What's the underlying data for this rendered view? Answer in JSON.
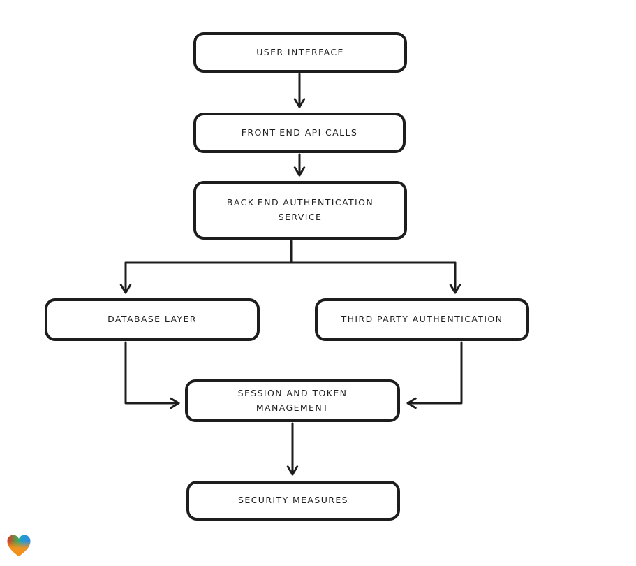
{
  "diagram": {
    "background_color": "#ffffff",
    "stroke_color": "#1d1d1d",
    "text_color": "#1f1f1f",
    "nodes": [
      {
        "id": "user-interface",
        "label": "USER INTERFACE"
      },
      {
        "id": "front-end-api-calls",
        "label": "FRONT-END API CALLS"
      },
      {
        "id": "back-end-authentication-service",
        "label": "BACK-END AUTHENTICATION SERVICE"
      },
      {
        "id": "database-layer",
        "label": "DATABASE LAYER"
      },
      {
        "id": "third-party-authentication",
        "label": "THIRD PARTY AUTHENTICATION"
      },
      {
        "id": "session-and-token-management",
        "label": "SESSION AND TOKEN MANAGEMENT"
      },
      {
        "id": "security-measures",
        "label": "SECURITY MEASURES"
      }
    ],
    "edges": [
      {
        "from": "user-interface",
        "to": "front-end-api-calls"
      },
      {
        "from": "front-end-api-calls",
        "to": "back-end-authentication-service"
      },
      {
        "from": "back-end-authentication-service",
        "to": "database-layer"
      },
      {
        "from": "back-end-authentication-service",
        "to": "third-party-authentication"
      },
      {
        "from": "database-layer",
        "to": "session-and-token-management"
      },
      {
        "from": "third-party-authentication",
        "to": "session-and-token-management"
      },
      {
        "from": "session-and-token-management",
        "to": "security-measures"
      }
    ],
    "logo": {
      "shape": "heart",
      "colors": [
        "#e63226",
        "#4ca64c",
        "#1fa0c8",
        "#2d8fdc",
        "#f7941d"
      ]
    }
  }
}
